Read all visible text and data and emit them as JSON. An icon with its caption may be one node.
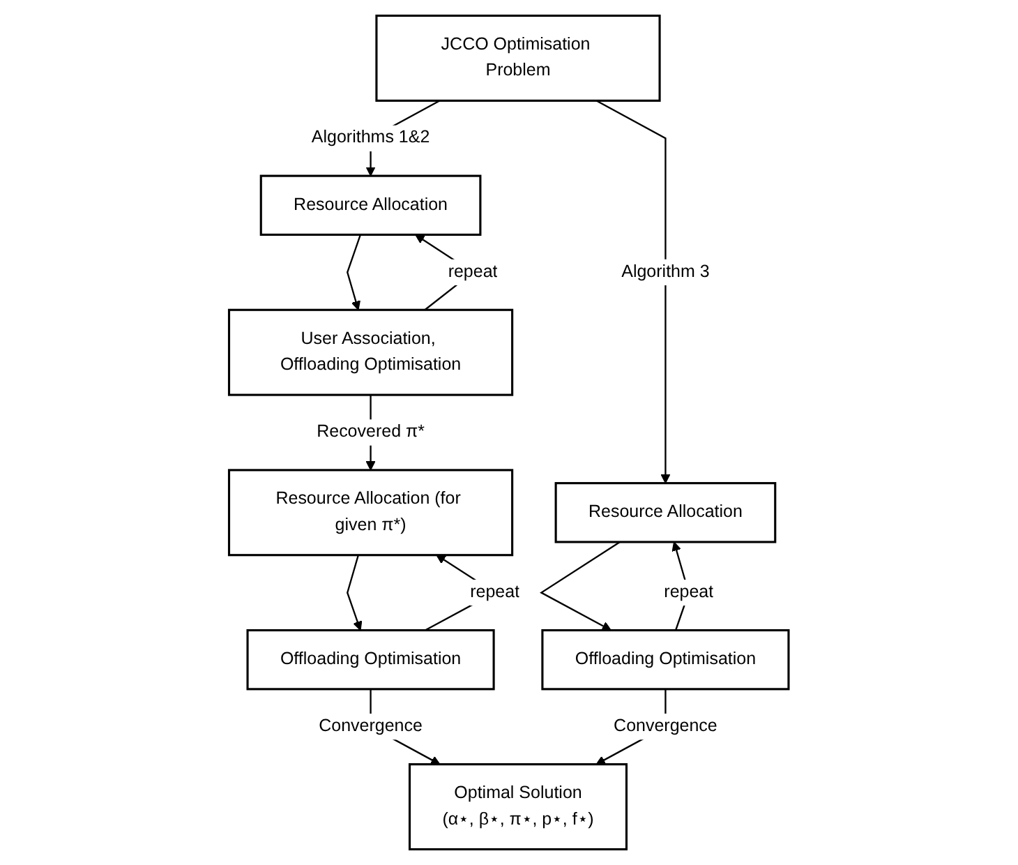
{
  "diagram": {
    "nodes": [
      {
        "text": [
          "JCCO Optimisation Problem"
        ]
      },
      {
        "text": [
          "Resource Allocation"
        ]
      },
      {
        "text": [
          "Resource Allocation"
        ]
      },
      {
        "text": [
          "User Association, Offloading Optimisation"
        ]
      },
      {
        "text": [
          "Offloading Optimisation"
        ]
      },
      {
        "text": [
          "Resource Allocation (for given π*)"
        ]
      },
      {
        "text": [
          "Offloading Optimisation"
        ]
      },
      {
        "text": [
          "Optimal Solution",
          "(α⋆, β⋆, π⋆, p⋆, f⋆)"
        ]
      }
    ],
    "edges": [
      {
        "from": 0,
        "to": 1,
        "arrow": "to",
        "label": "Algorithms 1&2"
      },
      {
        "from": 0,
        "to": 2,
        "arrow": "to",
        "label": "Algorithm 3"
      },
      {
        "from": 1,
        "to": 3,
        "arrow": "to"
      },
      {
        "from": 3,
        "to": 1,
        "arrow": "to",
        "label": "repeat"
      },
      {
        "from": 2,
        "to": 4,
        "arrow": "to"
      },
      {
        "from": 4,
        "to": 2,
        "arrow": "to",
        "label": "repeat"
      },
      {
        "from": 3,
        "to": 5,
        "arrow": "to",
        "label": "Recovered π*"
      },
      {
        "from": 5,
        "to": 6,
        "arrow": "to"
      },
      {
        "from": 6,
        "to": 5,
        "arrow": "to",
        "label": "repeat"
      },
      {
        "from": 6,
        "to": 7,
        "arrow": "to",
        "label": "Convergence"
      },
      {
        "from": 4,
        "to": 7,
        "arrow": "to",
        "label": "Convergence"
      }
    ]
  }
}
